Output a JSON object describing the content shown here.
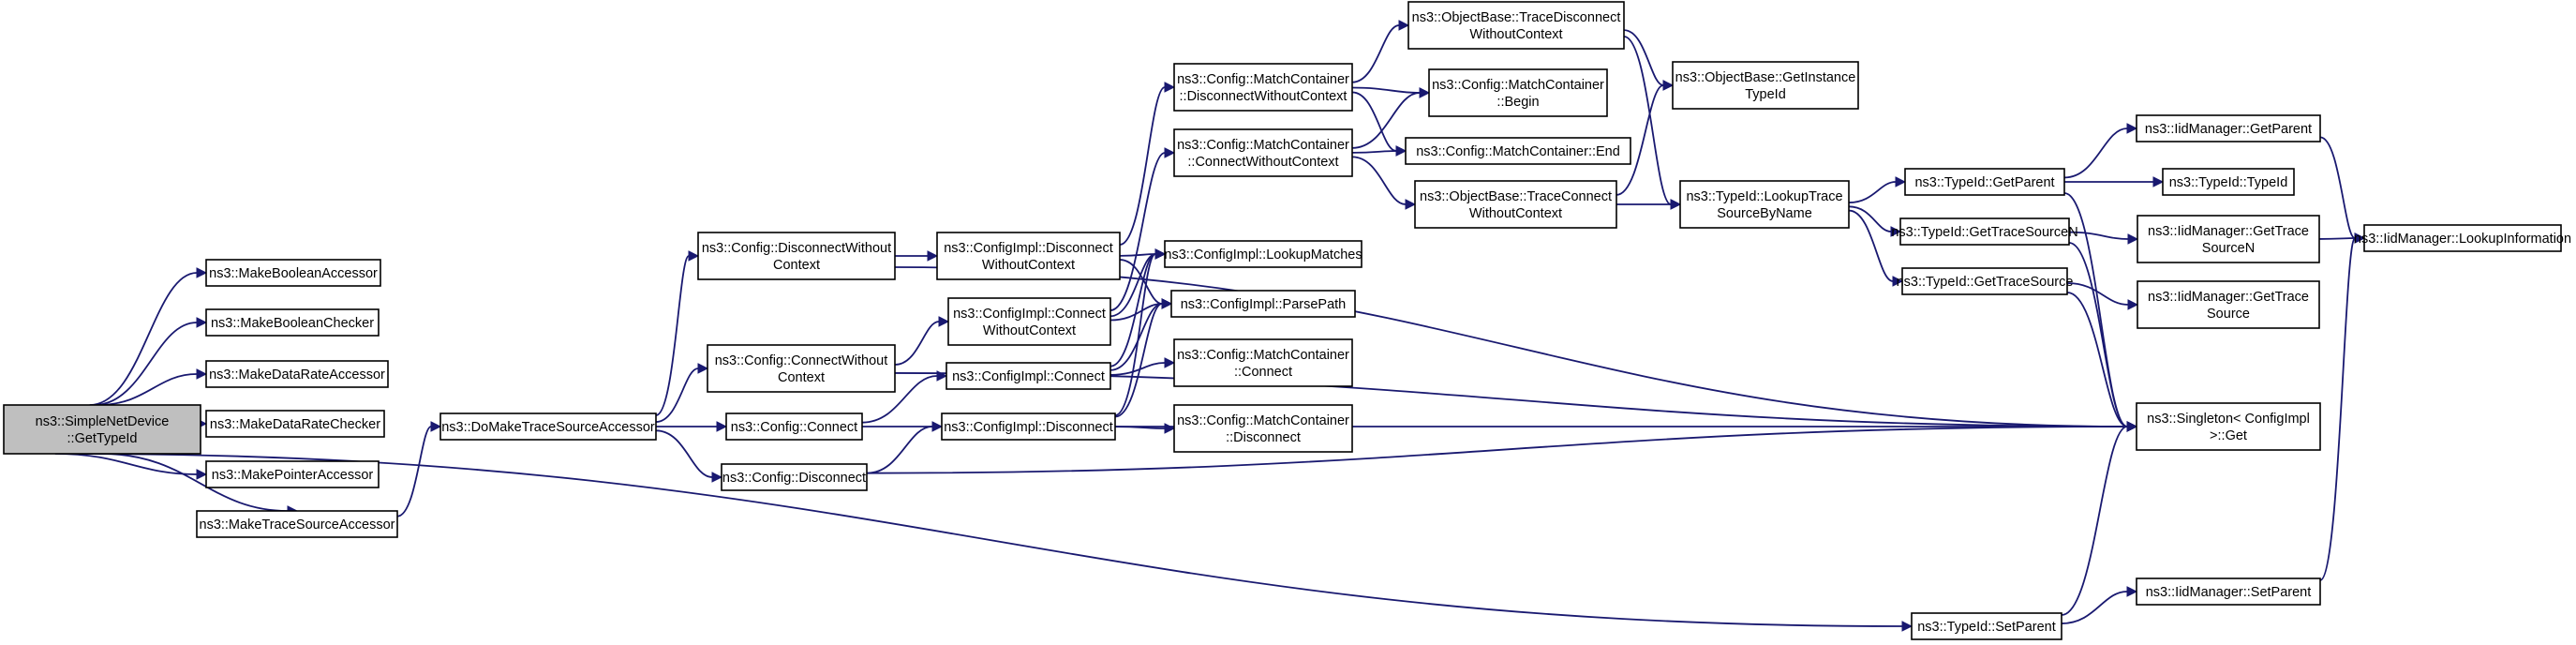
{
  "graph": {
    "colors": {
      "edge": "#191970",
      "node_border": "#000000",
      "root_fill": "#bfbfbf",
      "node_fill": "#ffffff"
    },
    "nodes": {
      "root": [
        "ns3::SimpleNetDevice",
        "::GetTypeId"
      ],
      "makeBoolAcc": [
        "ns3::MakeBooleanAccessor"
      ],
      "makeBoolChk": [
        "ns3::MakeBooleanChecker"
      ],
      "makeDRAcc": [
        "ns3::MakeDataRateAccessor"
      ],
      "makeDRChk": [
        "ns3::MakeDataRateChecker"
      ],
      "makePtrAcc": [
        "ns3::MakePointerAccessor"
      ],
      "makeTSAcc": [
        "ns3::MakeTraceSourceAccessor"
      ],
      "doMakeTSAcc": [
        "ns3::DoMakeTraceSourceAccessor"
      ],
      "cfgDiscWOC": [
        "ns3::Config::DisconnectWithout",
        "Context"
      ],
      "cfgConnWOC": [
        "ns3::Config::ConnectWithout",
        "Context"
      ],
      "cfgConnect": [
        "ns3::Config::Connect"
      ],
      "cfgDisconnect": [
        "ns3::Config::Disconnect"
      ],
      "implDiscWOC": [
        "ns3::ConfigImpl::Disconnect",
        "WithoutContext"
      ],
      "implConnWOC": [
        "ns3::ConfigImpl::Connect",
        "WithoutContext"
      ],
      "implConnect": [
        "ns3::ConfigImpl::Connect"
      ],
      "implDisconnect": [
        "ns3::ConfigImpl::Disconnect"
      ],
      "mcDiscWOC": [
        "ns3::Config::MatchContainer",
        "::DisconnectWithoutContext"
      ],
      "mcConnWOC": [
        "ns3::Config::MatchContainer",
        "::ConnectWithoutContext"
      ],
      "implLookup": [
        "ns3::ConfigImpl::LookupMatches"
      ],
      "implParse": [
        "ns3::ConfigImpl::ParsePath"
      ],
      "mcConnect": [
        "ns3::Config::MatchContainer",
        "::Connect"
      ],
      "mcDisconnect": [
        "ns3::Config::MatchContainer",
        "::Disconnect"
      ],
      "obTraceDisc": [
        "ns3::ObjectBase::TraceDisconnect",
        "WithoutContext"
      ],
      "mcBegin": [
        "ns3::Config::MatchContainer",
        "::Begin"
      ],
      "mcEnd": [
        "ns3::Config::MatchContainer::End"
      ],
      "obTraceConn": [
        "ns3::ObjectBase::TraceConnect",
        "WithoutContext"
      ],
      "obGetInst": [
        "ns3::ObjectBase::GetInstance",
        "TypeId"
      ],
      "tidLookupTS": [
        "ns3::TypeId::LookupTrace",
        "SourceByName"
      ],
      "tidGetParent": [
        "ns3::TypeId::GetParent"
      ],
      "tidGetTSN": [
        "ns3::TypeId::GetTraceSourceN"
      ],
      "tidGetTS": [
        "ns3::TypeId::GetTraceSource"
      ],
      "tidTypeId": [
        "ns3::TypeId::TypeId"
      ],
      "iidGetParent": [
        "ns3::IidManager::GetParent"
      ],
      "iidGetTSN": [
        "ns3::IidManager::GetTrace",
        "SourceN"
      ],
      "iidGetTS": [
        "ns3::IidManager::GetTrace",
        "Source"
      ],
      "singletonGet": [
        "ns3::Singleton< ConfigImpl",
        " >::Get"
      ],
      "iidLookupInfo": [
        "ns3::IidManager::LookupInformation"
      ],
      "tidSetParent": [
        "ns3::TypeId::SetParent"
      ],
      "iidSetParent": [
        "ns3::IidManager::SetParent"
      ]
    },
    "edges": [
      [
        "root",
        "makeBoolAcc"
      ],
      [
        "root",
        "makeBoolChk"
      ],
      [
        "root",
        "makeDRAcc"
      ],
      [
        "root",
        "makeDRChk"
      ],
      [
        "root",
        "makePtrAcc"
      ],
      [
        "root",
        "makeTSAcc"
      ],
      [
        "root",
        "tidSetParent"
      ],
      [
        "makeTSAcc",
        "doMakeTSAcc"
      ],
      [
        "doMakeTSAcc",
        "cfgDiscWOC"
      ],
      [
        "doMakeTSAcc",
        "cfgConnWOC"
      ],
      [
        "doMakeTSAcc",
        "cfgConnect"
      ],
      [
        "doMakeTSAcc",
        "cfgDisconnect"
      ],
      [
        "cfgDiscWOC",
        "implDiscWOC"
      ],
      [
        "cfgDiscWOC",
        "singletonGet"
      ],
      [
        "cfgConnWOC",
        "implConnWOC"
      ],
      [
        "cfgConnWOC",
        "singletonGet"
      ],
      [
        "cfgConnect",
        "implConnect"
      ],
      [
        "cfgConnect",
        "singletonGet"
      ],
      [
        "cfgDisconnect",
        "implDisconnect"
      ],
      [
        "cfgDisconnect",
        "singletonGet"
      ],
      [
        "implDiscWOC",
        "mcDiscWOC"
      ],
      [
        "implDiscWOC",
        "implLookup"
      ],
      [
        "implDiscWOC",
        "implParse"
      ],
      [
        "implConnWOC",
        "mcConnWOC"
      ],
      [
        "implConnWOC",
        "implLookup"
      ],
      [
        "implConnWOC",
        "implParse"
      ],
      [
        "implConnect",
        "mcConnect"
      ],
      [
        "implConnect",
        "implLookup"
      ],
      [
        "implConnect",
        "implParse"
      ],
      [
        "implDisconnect",
        "mcDisconnect"
      ],
      [
        "implDisconnect",
        "implLookup"
      ],
      [
        "implDisconnect",
        "implParse"
      ],
      [
        "mcDiscWOC",
        "obTraceDisc"
      ],
      [
        "mcDiscWOC",
        "mcBegin"
      ],
      [
        "mcDiscWOC",
        "mcEnd"
      ],
      [
        "mcConnWOC",
        "mcBegin"
      ],
      [
        "mcConnWOC",
        "mcEnd"
      ],
      [
        "mcConnWOC",
        "obTraceConn"
      ],
      [
        "obTraceDisc",
        "obGetInst"
      ],
      [
        "obTraceDisc",
        "tidLookupTS"
      ],
      [
        "obTraceConn",
        "obGetInst"
      ],
      [
        "obTraceConn",
        "tidLookupTS"
      ],
      [
        "tidLookupTS",
        "tidGetParent"
      ],
      [
        "tidLookupTS",
        "tidGetTSN"
      ],
      [
        "tidLookupTS",
        "tidGetTS"
      ],
      [
        "tidGetParent",
        "iidGetParent"
      ],
      [
        "tidGetParent",
        "tidTypeId"
      ],
      [
        "tidGetParent",
        "singletonGet"
      ],
      [
        "tidGetTSN",
        "iidGetTSN"
      ],
      [
        "tidGetTSN",
        "singletonGet"
      ],
      [
        "tidGetTS",
        "iidGetTS"
      ],
      [
        "tidGetTS",
        "singletonGet"
      ],
      [
        "iidGetParent",
        "iidLookupInfo"
      ],
      [
        "iidGetTSN",
        "iidLookupInfo"
      ],
      [
        "tidSetParent",
        "iidSetParent"
      ],
      [
        "tidSetParent",
        "singletonGet"
      ],
      [
        "iidSetParent",
        "iidLookupInfo"
      ]
    ]
  }
}
